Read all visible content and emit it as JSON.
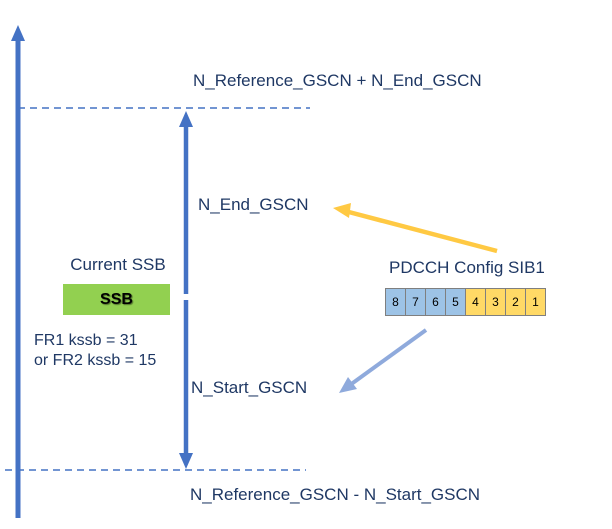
{
  "diagram": {
    "title_top": "N_Reference_GSCN + N_End_GSCN",
    "title_bottom": "N_Reference_GSCN - N_Start_GSCN",
    "range_upper_label": "N_End_GSCN",
    "range_lower_label": "N_Start_GSCN",
    "ssb": {
      "caption": "Current SSB",
      "box_label": "SSB",
      "box_color": "#92D050",
      "note_line1": "FR1 kssb = 31",
      "note_line2": "or FR2 kssb = 15"
    },
    "pdcch": {
      "caption": "PDCCH Config SIB1",
      "bits": [
        {
          "label": "8",
          "group": "blue"
        },
        {
          "label": "7",
          "group": "blue"
        },
        {
          "label": "6",
          "group": "blue"
        },
        {
          "label": "5",
          "group": "blue"
        },
        {
          "label": "4",
          "group": "yellow"
        },
        {
          "label": "3",
          "group": "yellow"
        },
        {
          "label": "2",
          "group": "yellow"
        },
        {
          "label": "1",
          "group": "yellow"
        }
      ],
      "blue_color": "#9DC3E6",
      "yellow_color": "#FFD966"
    },
    "colors": {
      "axis_blue": "#4472C4",
      "arrow_yellow": "#FFC943",
      "arrow_blue": "#8FAADC",
      "text_navy": "#1F3864"
    }
  }
}
